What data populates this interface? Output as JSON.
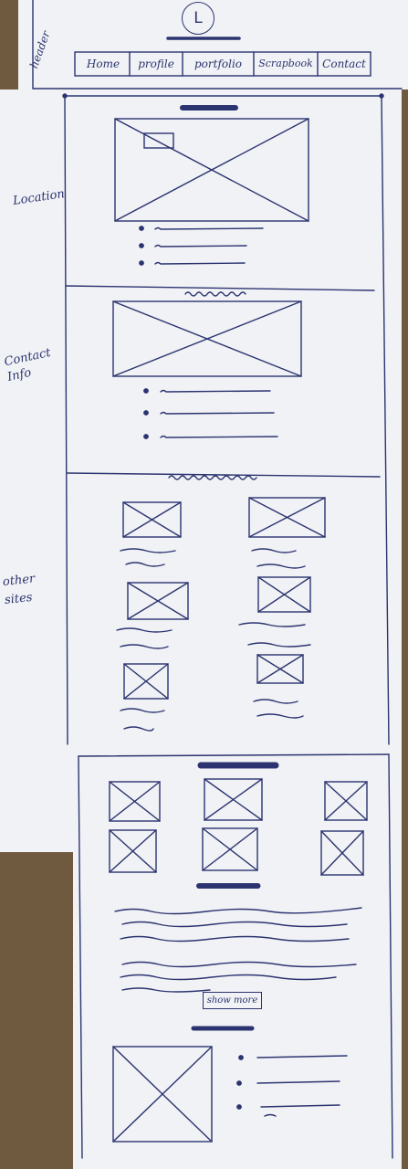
{
  "header": {
    "label": "header",
    "logo_letter": "L",
    "nav": [
      "Home",
      "profile",
      "portfolio",
      "Scrapbook",
      "Contact"
    ]
  },
  "sections": {
    "location_label": "Location",
    "contact_label": "Contact Info",
    "other_label": "other sites"
  },
  "page2": {
    "button_label": "show more"
  },
  "colors": {
    "ink": "#2b3470",
    "paper": "#f1f2f5",
    "cork": "#6f5a3f"
  }
}
